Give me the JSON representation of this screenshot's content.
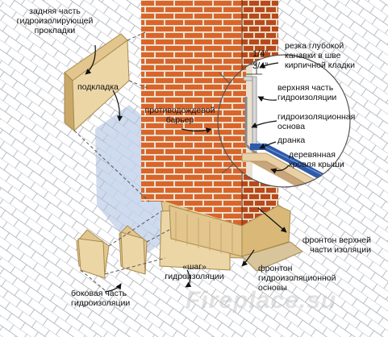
{
  "labels": {
    "back_part": "задняя часть\nгидроизолирующей\nпрокладки",
    "underlay": "подкладка",
    "rain_barrier": "противодождевой\nбарьер",
    "groove": "резка глубокой\nканавки в шве\nкирпичной кладки",
    "dim_quarter": "1/4\"",
    "dim_three_quarter": "3/4\"",
    "upper_flashing": "верхняя часть\nгидроизоляции",
    "base_flashing": "гидроизоляционная\nоснова",
    "shingle": "дранка",
    "roof_deck": "деревянная\nкровля крыши",
    "counter_upper": "фронтон верхней\nчасти изоляции",
    "counter_base": "фронтон\nгидроизоляционной\nосновы",
    "step_flashing": "«шаг»\nгидроизоляции",
    "side_part": "боковая часть\nгидроизоляции"
  },
  "watermark": "Fireplace.su",
  "colors": {
    "brick": "#d9652a",
    "mortar": "#eae0cf",
    "flashing": "#e3c68e",
    "underlay": "#a9bde0",
    "shingle": "#2f5aa8",
    "roof_line": "#9aa0a6"
  }
}
